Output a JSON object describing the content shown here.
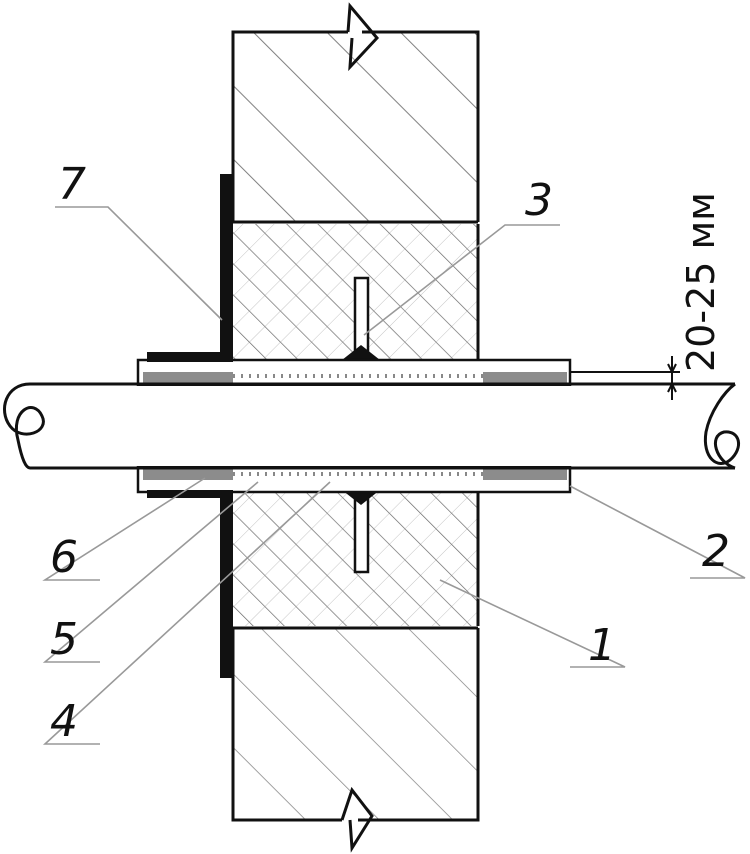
{
  "diagram": {
    "callouts": [
      {
        "id": "1",
        "label": "1"
      },
      {
        "id": "2",
        "label": "2"
      },
      {
        "id": "3",
        "label": "3"
      },
      {
        "id": "4",
        "label": "4"
      },
      {
        "id": "5",
        "label": "5"
      },
      {
        "id": "6",
        "label": "6"
      },
      {
        "id": "7",
        "label": "7"
      }
    ],
    "dimension": {
      "label": "20-25 мм"
    },
    "colors": {
      "line": "#111111",
      "hatch": "#7a7a7a",
      "seal": "#8c8c8c",
      "flange": "#111111"
    }
  }
}
